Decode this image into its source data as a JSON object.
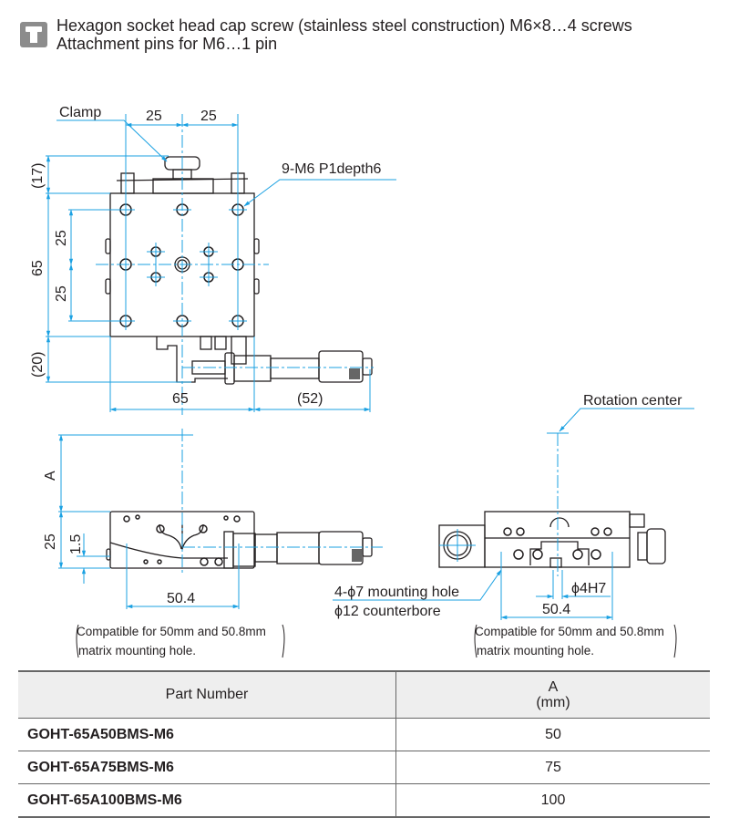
{
  "accessories": {
    "icon": "accessory-screw-icon",
    "lines": [
      "Hexagon socket head cap screw (stainless steel construction)  M6×8…4 screws",
      "Attachment pins for M6…1 pin"
    ]
  },
  "colors": {
    "dimension": "#1ba1e2",
    "outline": "#231f20",
    "table_header_bg": "#eeeeee"
  },
  "top_view": {
    "clamp_label": "Clamp",
    "hole_label": "9-M6 P1depth6",
    "dims": {
      "top_left": "25",
      "top_right": "25",
      "left_17": "(17)",
      "left_65": "65",
      "left_25a": "25",
      "left_25b": "25",
      "left_20": "(20)",
      "bottom_65": "65",
      "bottom_52": "(52)"
    }
  },
  "side_view": {
    "dims": {
      "A": "A",
      "h25": "25",
      "h15": "1.5",
      "w504": "50.4"
    },
    "compat_line1": "Compatible for 50mm and 50.8mm",
    "compat_line2": "matrix mounting hole."
  },
  "front_view": {
    "rotation_label": "Rotation center",
    "mount_line1": "4-ϕ7 mounting hole",
    "mount_line2": "ϕ12 counterbore",
    "pin_label": "ϕ4H7",
    "w504": "50.4",
    "compat_line1": "Compatible for 50mm and 50.8mm",
    "compat_line2": "matrix mounting hole."
  },
  "table": {
    "headers": {
      "part_number": "Part Number",
      "a": "A",
      "a_unit": "(mm)"
    },
    "rows": [
      {
        "part_number": "GOHT-65A50BMS-M6",
        "a": "50"
      },
      {
        "part_number": "GOHT-65A75BMS-M6",
        "a": "75"
      },
      {
        "part_number": "GOHT-65A100BMS-M6",
        "a": "100"
      }
    ]
  }
}
